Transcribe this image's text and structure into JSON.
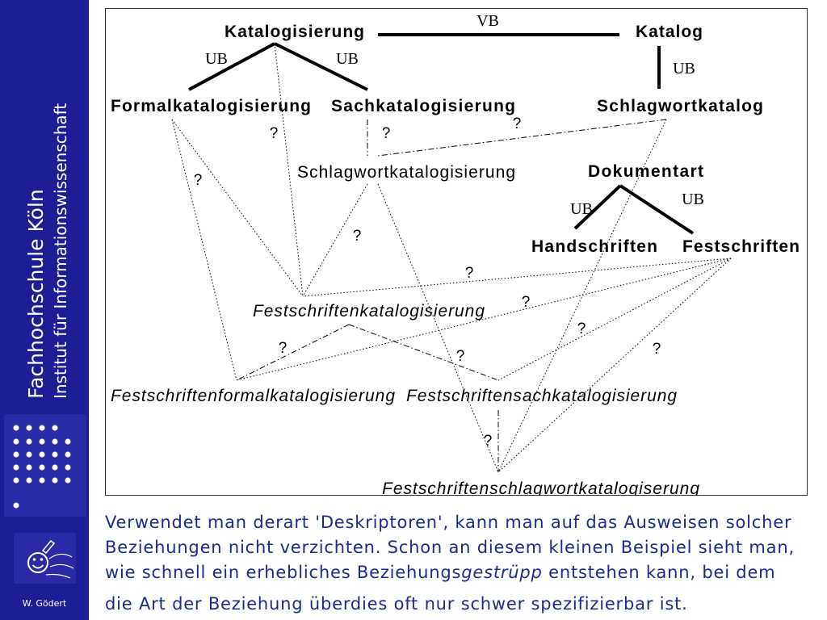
{
  "sidebar": {
    "institution": "Fachhochschule Köln",
    "institute": "Institut für Informationswissenschaft",
    "author": "W. Gödert"
  },
  "diagram": {
    "nodes": {
      "katalogisierung": "Katalogisierung",
      "katalog": "Katalog",
      "formalkatalogisierung": "Formalkatalogisierung",
      "sachkatalogisierung": "Sachkatalogisierung",
      "schlagwortkatalog": "Schlagwortkatalog",
      "schlagwortkatalogisierung": "Schlagwortkatalogisierung",
      "dokumentart": "Dokumentart",
      "handschriften": "Handschriften",
      "festschriften": "Festschriften",
      "festschriftenkatalogisierung": "Festschriftenkatalogisierung",
      "festschriftenformalkatalogisierung": "Festschriftenformalkatalogisierung",
      "festschriftensachkatalogisierung": "Festschriftensachkatalogisierung",
      "festschriftenschlagwortkatalogisierung": "Festschriftenschlagwortkatalogiserung"
    },
    "relation_labels": [
      "VB",
      "UB",
      "UB",
      "UB",
      "UB",
      "UB"
    ],
    "unknown_relations": [
      "?",
      "?",
      "?",
      "?",
      "?",
      "?",
      "?",
      "?",
      "?",
      "?",
      "?",
      "?"
    ]
  },
  "caption": {
    "line1": "Verwendet man derart 'Deskriptoren', kann man auf das Ausweisen solcher",
    "line2": "Beziehungen nicht verzichten. Schon an diesem kleinen Beispiel sieht man,",
    "line3_before": "wie schnell ein erhebliches Beziehungs",
    "line3_emphasis": "gestrüpp",
    "line3_after": " entstehen kann, bei dem",
    "line4": "die Art der Beziehung überdies oft nur schwer spezifizierbar ist."
  },
  "colors": {
    "sidebar_background": "#1d1d96",
    "sidebar_panel": "#2a2aa6",
    "caption_text": "#1b2b8b",
    "diagram_lines": "#000000"
  }
}
